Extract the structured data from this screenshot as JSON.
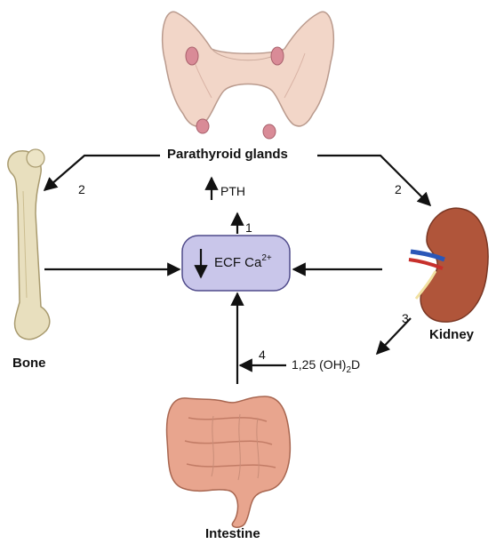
{
  "labels": {
    "parathyroid": "Parathyroid glands",
    "bone": "Bone",
    "kidney": "Kidney",
    "intestine": "Intestine",
    "pth": "PTH",
    "ecf": "ECF Ca",
    "ecf_charge": "2+",
    "vitd_prefix": "1,25 (OH)",
    "vitd_sub": "2",
    "vitd_suffix": "D"
  },
  "steps": {
    "one": "1",
    "two_left": "2",
    "two_right": "2",
    "three": "3",
    "four": "4"
  },
  "colors": {
    "ecf_box_fill": "#c9c6ea",
    "ecf_box_stroke": "#4f4a8a",
    "arrow": "#111111",
    "gland": "#f2d6c8",
    "bone": "#e8dfbe",
    "kidney": "#b0553a",
    "intestine": "#e8a58e"
  }
}
